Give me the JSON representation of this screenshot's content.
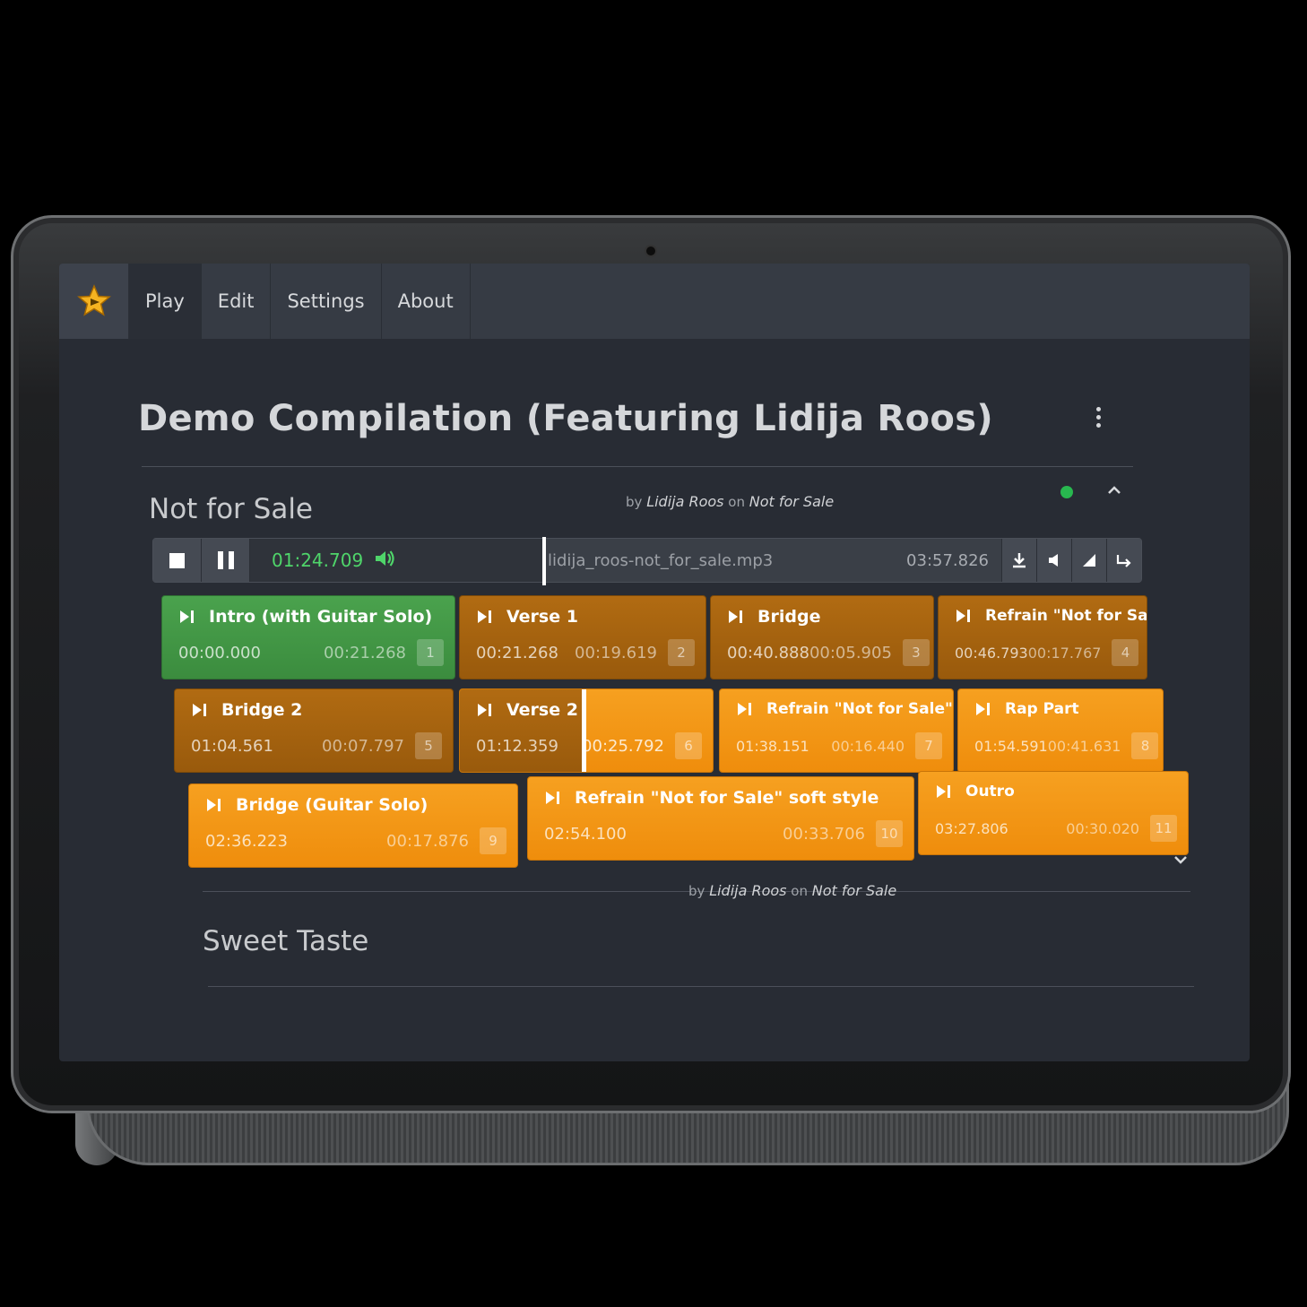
{
  "nav": {
    "tabs": [
      {
        "label": "Play",
        "active": true
      },
      {
        "label": "Edit",
        "active": false
      },
      {
        "label": "Settings",
        "active": false
      },
      {
        "label": "About",
        "active": false
      }
    ]
  },
  "compilation": {
    "title": "Demo Compilation (Featuring Lidija Roos)"
  },
  "tracks": [
    {
      "title": "Not for Sale",
      "by_label": "by",
      "artist": "Lidija Roos",
      "on_label": "on",
      "album": "Not for Sale",
      "status": "online"
    },
    {
      "title": "Sweet Taste",
      "by_label": "by",
      "artist": "Lidija Roos",
      "on_label": "on",
      "album": "Not for Sale"
    }
  ],
  "player": {
    "current_time": "01:24.709",
    "file_name": "lidija_roos-not_for_sale.mp3",
    "duration": "03:57.826"
  },
  "cues": [
    {
      "title": "Intro (with Guitar Solo)",
      "start": "00:00.000",
      "length": "00:21.268",
      "number": "1"
    },
    {
      "title": "Verse 1",
      "start": "00:21.268",
      "length": "00:19.619",
      "number": "2"
    },
    {
      "title": "Bridge",
      "start": "00:40.888",
      "length": "00:05.905",
      "number": "3"
    },
    {
      "title": "Refrain \"Not for Sale\"",
      "start": "00:46.793",
      "length": "00:17.767",
      "number": "4"
    },
    {
      "title": "Bridge 2",
      "start": "01:04.561",
      "length": "00:07.797",
      "number": "5"
    },
    {
      "title": "Verse 2",
      "start": "01:12.359",
      "length": "00:25.792",
      "number": "6",
      "progress": 0.5
    },
    {
      "title": "Refrain \"Not for Sale\"",
      "start": "01:38.151",
      "length": "00:16.440",
      "number": "7"
    },
    {
      "title": "Rap Part",
      "start": "01:54.591",
      "length": "00:41.631",
      "number": "8"
    },
    {
      "title": "Bridge (Guitar Solo)",
      "start": "02:36.223",
      "length": "00:17.876",
      "number": "9"
    },
    {
      "title": "Refrain \"Not for Sale\" soft style",
      "start": "02:54.100",
      "length": "00:33.706",
      "number": "10"
    },
    {
      "title": "Outro",
      "start": "03:27.806",
      "length": "00:30.020",
      "number": "11"
    }
  ],
  "colors": {
    "active_cue": "#4aa24d",
    "played_cue": "#a4630f",
    "upcoming_cue": "#f39614",
    "time_green": "#4fd56a",
    "status_dot": "#28b84f"
  }
}
